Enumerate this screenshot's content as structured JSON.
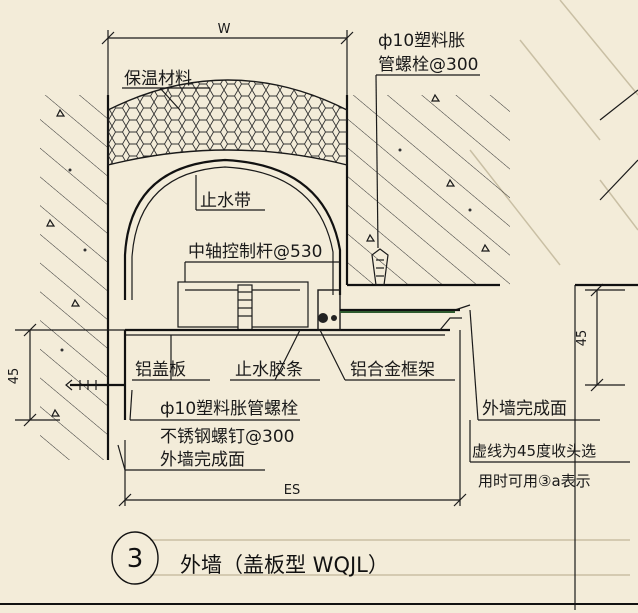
{
  "dimensions": {
    "top_width": "W",
    "bottom_width": "ES",
    "left_height": "45",
    "right_height": "45"
  },
  "labels": {
    "insulation": "保温材料",
    "anchor_top_line1": "ф10塑料胀",
    "anchor_top_line2": "管螺栓@300",
    "waterstop": "止水带",
    "control_rod": "中轴控制杆@530",
    "aluminum_cover": "铝盖板",
    "rubber_strip": "止水胶条",
    "alloy_frame": "铝合金框架",
    "anchor_bottom_line1": "ф10塑料胀管螺栓",
    "anchor_bottom_line2": "不锈钢螺钉@300",
    "finish_left": "外墙完成面",
    "finish_right": "外墙完成面",
    "note_line1": "虚线为45度收头选",
    "note_line2": "用时可用③a表示"
  },
  "title": {
    "number": "3",
    "text": "外墙（盖板型  WQJL）"
  },
  "colors": {
    "background": "#f3ecd9",
    "ink": "#1a1a1a",
    "ghost": "#c9bfa4"
  }
}
